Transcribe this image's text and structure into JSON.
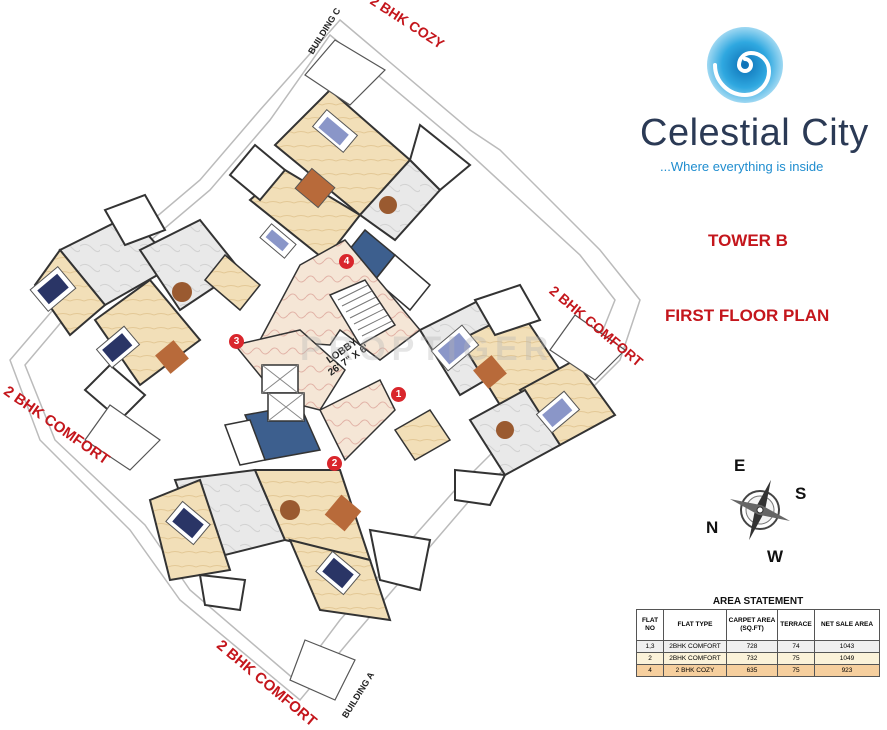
{
  "labels": {
    "cozy_top": "2 BHK COZY",
    "comfort_right": "2 BHK COMFORT",
    "comfort_left": "2 BHK COMFORT",
    "comfort_bottom": "2 BHK COMFORT",
    "building_c": "BUILDING C",
    "building_a": "BUILDING A"
  },
  "brand": {
    "name": "Celestial City",
    "tagline": "...Where everything is inside"
  },
  "headings": {
    "tower": "TOWER B",
    "floor": "FIRST FLOOR PLAN"
  },
  "lobby": {
    "label": "LOBBY",
    "size": "26' 7\" X 6'"
  },
  "flat_markers": [
    "1",
    "2",
    "3",
    "4"
  ],
  "watermark": "PROPTIGER",
  "compass": {
    "e": "E",
    "s": "S",
    "n": "N",
    "w": "W"
  },
  "area_statement": {
    "title": "AREA STATEMENT",
    "headers": [
      "FLAT NO",
      "FLAT TYPE",
      "CARPET AREA (SQ.FT)",
      "TERRACE",
      "NET SALE AREA"
    ],
    "rows": [
      [
        "1,3",
        "2BHK COMFORT",
        "728",
        "74",
        "1043"
      ],
      [
        "2",
        "2BHK COMFORT",
        "732",
        "75",
        "1049"
      ],
      [
        "4",
        "2 BHK COZY",
        "635",
        "75",
        "923"
      ]
    ]
  },
  "colors": {
    "accent_red": "#c4161c",
    "brand_navy": "#2b3a55",
    "brand_blue": "#1f8dcf",
    "floor_beige": "#f0ddb9",
    "kitchen_blue": "#3d5f8e"
  }
}
